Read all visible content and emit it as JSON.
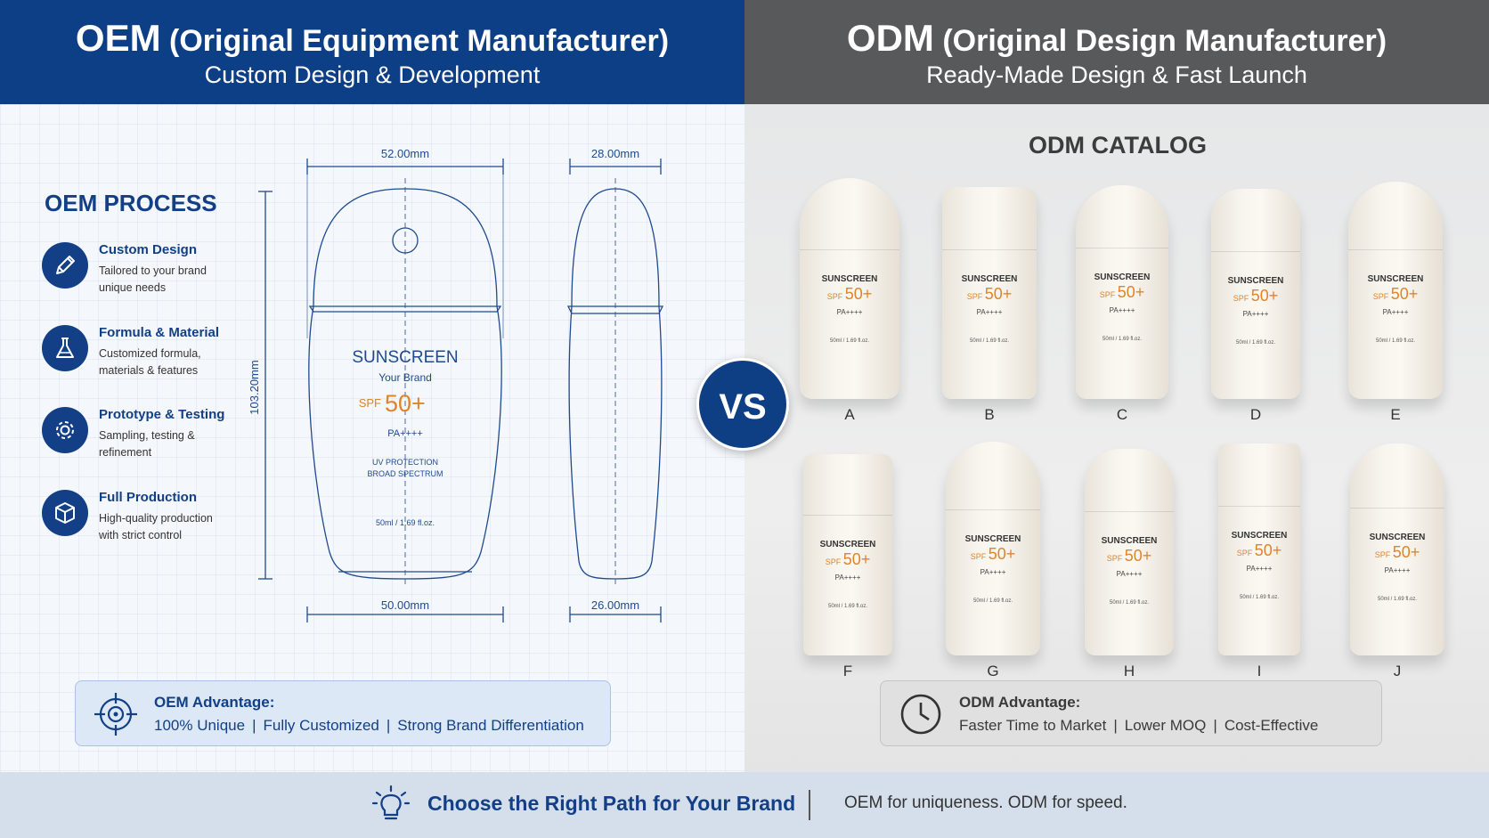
{
  "oem_header": {
    "abbr": "OEM",
    "full": "(Original Equipment Manufacturer)",
    "subtitle": "Custom Design & Development"
  },
  "odm_header": {
    "abbr": "ODM",
    "full": "(Original Design Manufacturer)",
    "subtitle": "Ready-Made Design & Fast Launch"
  },
  "oem_process": {
    "title": "OEM PROCESS",
    "steps": [
      {
        "title": "Custom Design",
        "desc": "Tailored to your brand unique needs",
        "icon": "pencil-icon"
      },
      {
        "title": "Formula & Material",
        "desc": "Customized formula, materials & features",
        "icon": "flask-icon"
      },
      {
        "title": "Prototype & Testing",
        "desc": "Sampling, testing & refinement",
        "icon": "gear-icon"
      },
      {
        "title": "Full Production",
        "desc": "High-quality production with strict control",
        "icon": "box-icon"
      }
    ]
  },
  "blueprint": {
    "front_top_width": "52.00mm",
    "front_bottom_width": "50.00mm",
    "height": "103.20mm",
    "side_top_width": "28.00mm",
    "side_bottom_width": "26.00mm",
    "label_sunscreen": "SUNSCREEN",
    "label_brand": "Your Brand",
    "label_spf_prefix": "SPF",
    "label_spf_value": "50+",
    "label_pa": "PA++++",
    "label_uv": "UV PROTECTION",
    "label_broad": "BROAD SPECTRUM",
    "label_volume": "50ml / 1.69 fl.oz."
  },
  "vs_label": "VS",
  "catalog": {
    "title": "ODM CATALOG",
    "label_sunscreen": "SUNSCREEN",
    "label_spf_prefix": "SPF",
    "label_spf_value": "50+",
    "label_pa": "PA++++",
    "label_volume": "50ml / 1.69 fl.oz.",
    "items": [
      "A",
      "B",
      "C",
      "D",
      "E",
      "F",
      "G",
      "H",
      "I",
      "J"
    ]
  },
  "oem_advantage": {
    "title": "OEM Advantage:",
    "points": [
      "100% Unique",
      "Fully Customized",
      "Strong Brand Differentiation"
    ],
    "separator": "|"
  },
  "odm_advantage": {
    "title": "ODM Advantage:",
    "points": [
      "Faster Time to Market",
      "Lower MOQ",
      "Cost-Effective"
    ],
    "separator": "|"
  },
  "footer": {
    "main": "Choose the Right Path for Your Brand",
    "sub": "OEM for uniqueness. ODM for speed."
  },
  "colors": {
    "oem_blue": "#0d3f86",
    "odm_gray": "#58595b",
    "spf_orange": "#e0842a"
  }
}
